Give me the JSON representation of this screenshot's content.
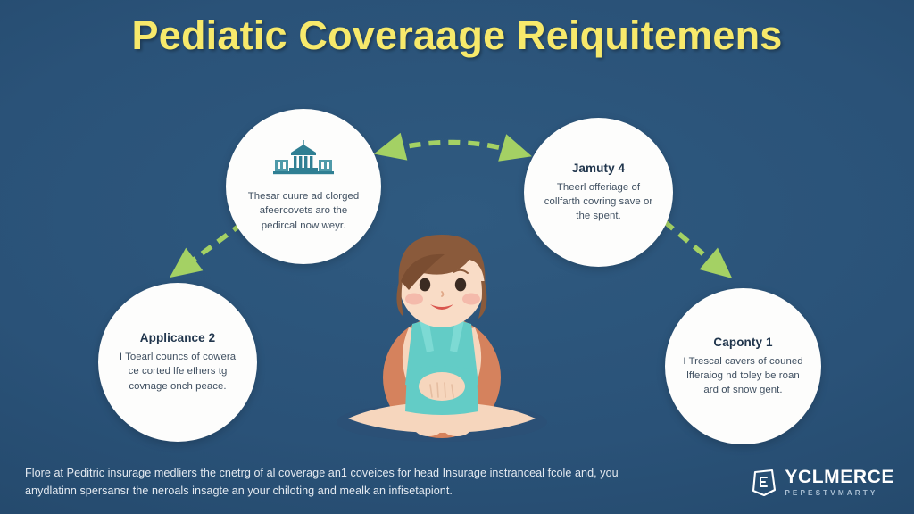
{
  "page": {
    "title": "Pediatic Coveraage Reiquitemens",
    "background_color": "#2a5278",
    "title_color": "#f7e96b",
    "accent_arrow_color": "#a4d164",
    "node_fill_color": "#fdfdfc"
  },
  "nodes": [
    {
      "id": "top-left",
      "icon": "government-building-icon",
      "title": "",
      "body": "Thesar cuure ad clorged afeercovets aro the pedircal now weyr."
    },
    {
      "id": "top-right",
      "icon": "",
      "title": "Jamuty 4",
      "body": "Theerl offeriage of collfarth covring save or the spent."
    },
    {
      "id": "bottom-left",
      "icon": "",
      "title": "Applicance 2",
      "body": "I Toearl councs of cowera ce corted lfe efhers tg covnage onch peace."
    },
    {
      "id": "bottom-right",
      "icon": "",
      "title": "Caponty 1",
      "body": "I Trescal cavers of couned lfferaiog nd toley be roan ard of snow gent."
    }
  ],
  "illustration": {
    "name": "seated-child-illustration",
    "hair_color": "#8a5a3b",
    "skin_color": "#f6d6bd",
    "outfit_color": "#63ccc6"
  },
  "footer": {
    "text": "Flore at Peditric insurage medliers the cnetrg of al coverage an1 coveices for head Insurage instranceal fcole and, you anydlatinn spersansr the neroals insagte an your chiloting and mealk an infisetapiont."
  },
  "logo": {
    "mark": "shield-badge-icon",
    "name": "YCLMERCE",
    "tagline": "PEPESTVMARTY"
  }
}
